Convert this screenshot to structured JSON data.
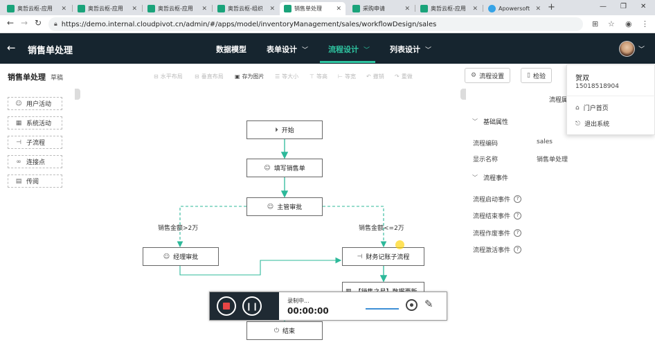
{
  "browser": {
    "tabs": [
      {
        "title": "奥哲云枢-应用",
        "active": false
      },
      {
        "title": "奥哲云枢-应用",
        "active": false
      },
      {
        "title": "奥哲云枢-应用",
        "active": false
      },
      {
        "title": "奥哲云枢-组织",
        "active": false
      },
      {
        "title": "销售单处理",
        "active": true
      },
      {
        "title": "采购申请",
        "active": false
      },
      {
        "title": "奥哲云枢-应用",
        "active": false
      },
      {
        "title": "Apowersoft",
        "active": false
      }
    ],
    "url": "https://demo.internal.cloudpivot.cn/admin/#/apps/model/inventoryManagement/sales/workflowDesign/sales"
  },
  "header": {
    "title": "销售单处理",
    "nav": [
      {
        "label": "数据模型",
        "active": false,
        "has_chevron": false
      },
      {
        "label": "表单设计",
        "active": false,
        "has_chevron": true
      },
      {
        "label": "流程设计",
        "active": true,
        "has_chevron": true
      },
      {
        "label": "列表设计",
        "active": false,
        "has_chevron": true
      }
    ]
  },
  "toolbar": {
    "doc_title": "销售单处理",
    "doc_status": "草稿",
    "tools": [
      {
        "label": "水平布局",
        "enabled": false,
        "icon": "align-icon"
      },
      {
        "label": "垂直布局",
        "enabled": false,
        "icon": "align-icon"
      },
      {
        "label": "存为图片",
        "enabled": true,
        "icon": "image-icon"
      },
      {
        "label": "等大小",
        "enabled": false,
        "icon": "size-icon"
      },
      {
        "label": "等高",
        "enabled": false,
        "icon": "height-icon"
      },
      {
        "label": "等宽",
        "enabled": false,
        "icon": "width-icon"
      },
      {
        "label": "撤销",
        "enabled": false,
        "icon": "undo-icon"
      },
      {
        "label": "重做",
        "enabled": false,
        "icon": "redo-icon"
      }
    ],
    "workflow_settings": "流程设置",
    "validate": "检验"
  },
  "palette": [
    {
      "label": "用户活动",
      "icon": "user-icon"
    },
    {
      "label": "系统活动",
      "icon": "system-icon"
    },
    {
      "label": "子流程",
      "icon": "subflow-icon"
    },
    {
      "label": "连接点",
      "icon": "link-icon"
    },
    {
      "label": "传阅",
      "icon": "circulate-icon"
    }
  ],
  "flow": {
    "nodes": [
      {
        "label": "开始",
        "icon": "play-icon"
      },
      {
        "label": "填写销售单",
        "icon": "user-icon"
      },
      {
        "label": "主管审批",
        "icon": "user-icon"
      },
      {
        "label": "经理审批",
        "icon": "user-icon"
      },
      {
        "label": "财务记账子流程",
        "icon": "subflow-icon"
      },
      {
        "label": "【销售之星】数据更新",
        "icon": "system-icon"
      },
      {
        "label": "结束",
        "icon": "power-icon"
      }
    ],
    "conditions": {
      "left": "销售金额>2万",
      "right": "销售金额<=2万"
    },
    "colors": {
      "edge": "#2db99a",
      "condition_edge": "#2db99a"
    }
  },
  "recorder": {
    "status": "录制中...",
    "time": "00:00:00"
  },
  "properties": {
    "title": "流程属",
    "basic_section": "基础属性",
    "fields": [
      {
        "label": "流程编码",
        "value": "sales"
      },
      {
        "label": "显示名称",
        "value": "销售单处理"
      }
    ],
    "events_section": "流程事件",
    "events": [
      {
        "label": "流程启动事件"
      },
      {
        "label": "流程结束事件"
      },
      {
        "label": "流程作废事件"
      },
      {
        "label": "流程激活事件"
      }
    ]
  },
  "user_menu": {
    "name": "贺双",
    "phone": "15018518904",
    "portal": "门户首页",
    "logout": "退出系统"
  },
  "colors": {
    "header_bg": "#16252f",
    "accent": "#2ec4a0"
  }
}
